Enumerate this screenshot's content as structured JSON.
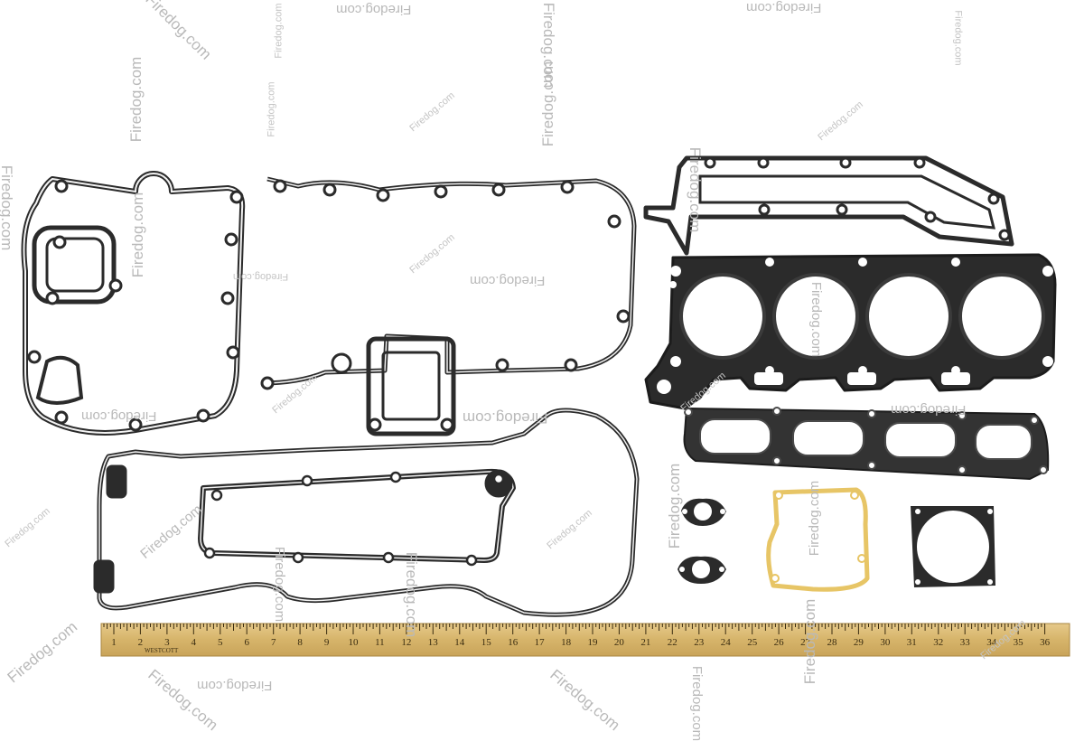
{
  "watermark": {
    "text": "Firedog.com",
    "color": "#b9b9b9"
  },
  "ruler": {
    "brand": "WESTCOTT",
    "numbers": [
      "1",
      "2",
      "3",
      "4",
      "5",
      "6",
      "7",
      "8",
      "9",
      "10",
      "11",
      "12",
      "13",
      "14",
      "15",
      "16",
      "17",
      "18",
      "19",
      "20",
      "21",
      "22",
      "23",
      "24",
      "25",
      "26",
      "27",
      "28",
      "29",
      "30",
      "31",
      "32",
      "33",
      "34",
      "35",
      "36"
    ],
    "color": "#d6b46a"
  },
  "colors": {
    "gasket": "#2b2b2b",
    "paper_gasket": "#e7c566"
  }
}
